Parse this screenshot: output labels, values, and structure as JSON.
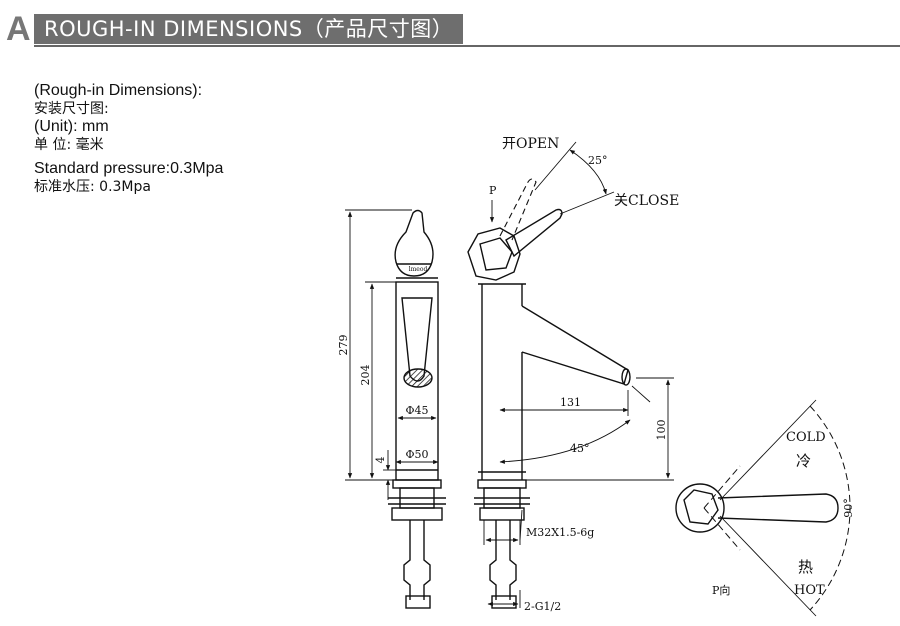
{
  "header": {
    "letter": "A",
    "title": "ROUGH-IN  DIMENSIONS（产品尺寸图）"
  },
  "info": {
    "rough_in_en": "(Rough-in Dimensions):",
    "rough_in_cn": "安装尺寸图:",
    "unit_en": "(Unit): mm",
    "unit_cn": "单  位:  毫米",
    "pressure_en": "Standard pressure:0.3Mpa",
    "pressure_cn": "标准水压: 0.3Mpa"
  },
  "drawing": {
    "dim_total_height": "279",
    "dim_body_height": "204",
    "dim_base": "4",
    "dim_dia_45": "Φ45",
    "dim_dia_50": "Φ50",
    "brand": "lmeod",
    "open_label": "开OPEN",
    "close_label": "关CLOSE",
    "angle_25": "25°",
    "p_label": "P",
    "dim_spout_reach": "131",
    "dim_spout_height": "100",
    "angle_45": "45°",
    "thread_label": "M32X1.5-6g",
    "hose_label": "2-G1/2",
    "cold_en": "COLD",
    "cold_cn": "冷",
    "hot_cn": "热",
    "hot_en": "HOT",
    "angle_90": "90°",
    "p_view": "P向"
  },
  "colors": {
    "header_band": "#6e6e6e",
    "line": "#111111"
  }
}
